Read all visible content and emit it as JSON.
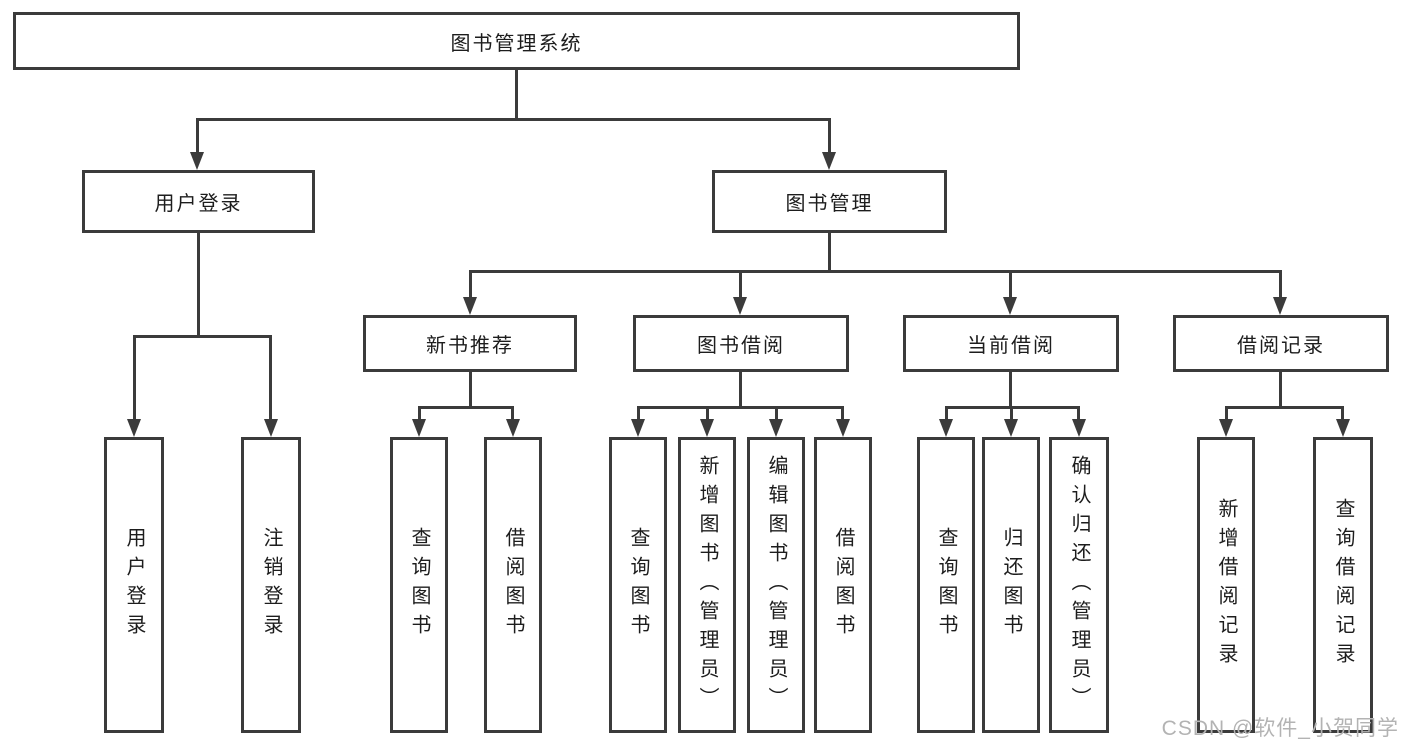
{
  "diagram": {
    "type": "tree",
    "root": {
      "label": "图书管理系统",
      "children": {
        "user_login": {
          "label": "用户登录",
          "children": {
            "login": {
              "label": "用户登录"
            },
            "logout": {
              "label": "注销登录"
            }
          }
        },
        "book_management": {
          "label": "图书管理",
          "children": {
            "new_book_recommend": {
              "label": "新书推荐",
              "children": {
                "query_books": {
                  "label": "查询图书"
                },
                "borrow_books": {
                  "label": "借阅图书"
                }
              }
            },
            "book_borrowing": {
              "label": "图书借阅",
              "children": {
                "query_books": {
                  "label": "查询图书"
                },
                "add_books": {
                  "label": "新增图书（管理员）"
                },
                "edit_books": {
                  "label": "编辑图书（管理员）"
                },
                "borrow_books": {
                  "label": "借阅图书"
                }
              }
            },
            "current_borrowing": {
              "label": "当前借阅",
              "children": {
                "query_books": {
                  "label": "查询图书"
                },
                "return_books": {
                  "label": "归还图书"
                },
                "confirm_return": {
                  "label": "确认归还（管理员）"
                }
              }
            },
            "borrowing_records": {
              "label": "借阅记录",
              "children": {
                "add_record": {
                  "label": "新增借阅记录"
                },
                "query_record": {
                  "label": "查询借阅记录"
                }
              }
            }
          }
        }
      }
    }
  },
  "watermark": {
    "text": "CSDN @软件_小贺同学"
  },
  "colors": {
    "line": "#3b3b3b",
    "text": "#1d1d1d",
    "watermark": "#b3b3b3",
    "background": "#ffffff"
  }
}
